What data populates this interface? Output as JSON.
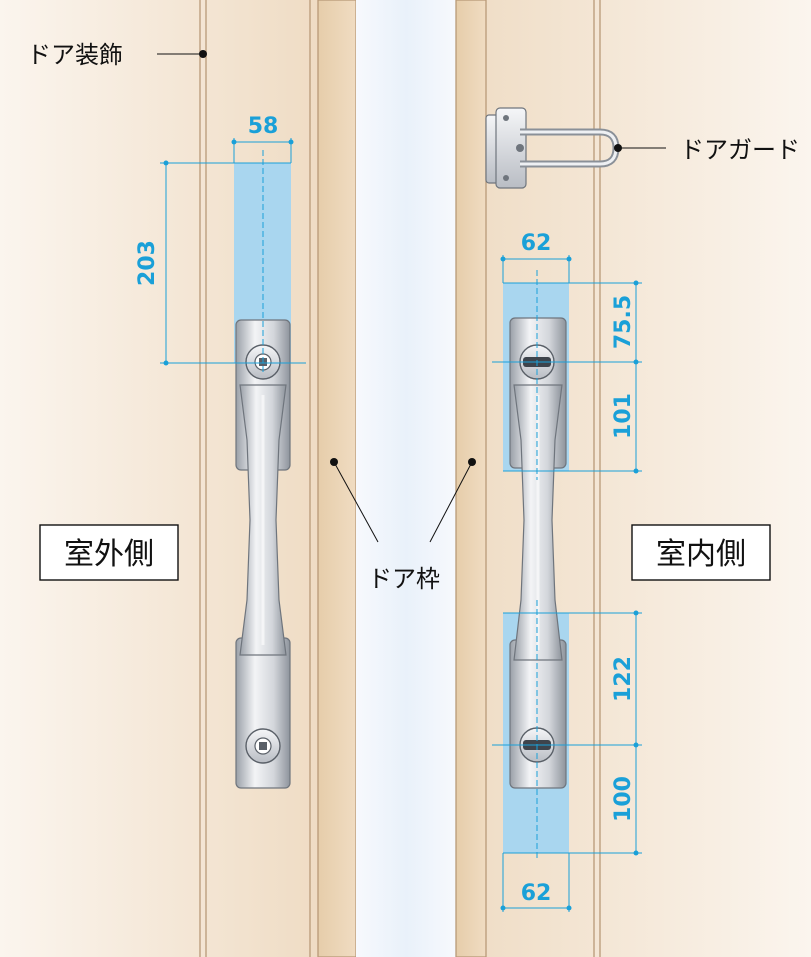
{
  "labels": {
    "door_decoration": "ドア装飾",
    "door_guard": "ドアガード",
    "door_frame": "ドア枠",
    "outdoor_side": "室外側",
    "indoor_side": "室内側"
  },
  "dimensions": {
    "outer_width": "58",
    "outer_height": "203",
    "inner_top_width": "62",
    "inner_top_a": "75.5",
    "inner_top_b": "101",
    "inner_bottom_a": "122",
    "inner_bottom_b": "100",
    "inner_bottom_width": "62"
  },
  "colors": {
    "dimension": "#1aa0d8",
    "highlight": "#a9d6ef",
    "wood_light": "#f4e7d6",
    "wood_dark": "#ead3b6",
    "glass": "#eef4fb",
    "metal": "#c9ccd2"
  }
}
